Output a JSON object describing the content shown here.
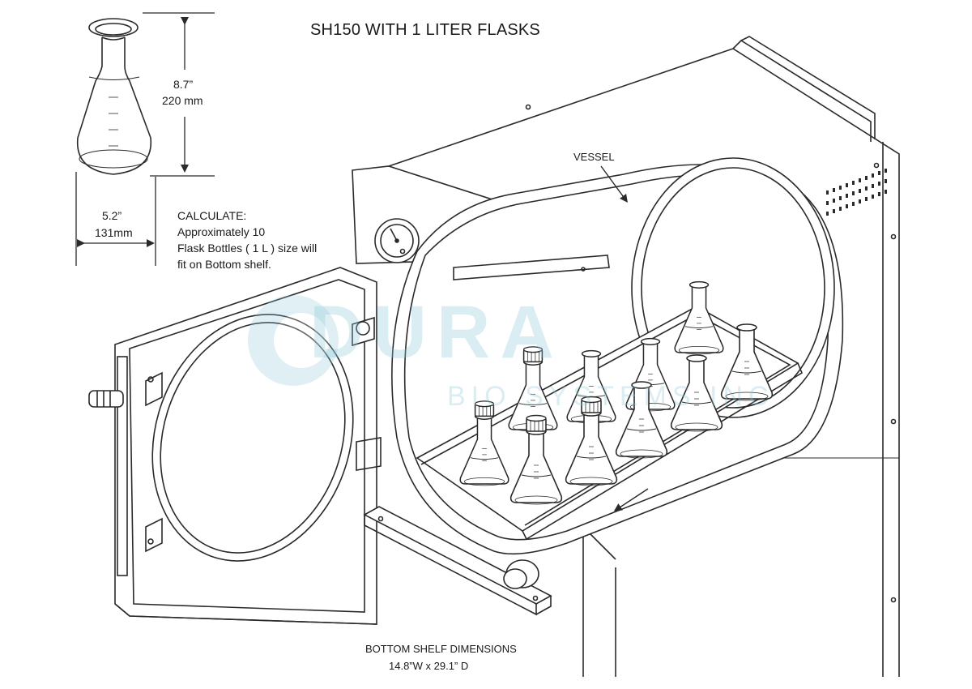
{
  "title": "SH150 WITH 1 LITER  FLASKS",
  "flask_dimensions": {
    "height_in": "8.7”",
    "height_mm": "220 mm",
    "width_in": "5.2”",
    "width_mm": "131mm"
  },
  "calculate": {
    "heading": "CALCULATE:",
    "lines": [
      "Approximately  10",
      "Flask Bottles ( 1 L ) size will",
      "fit on Bottom shelf."
    ]
  },
  "vessel_label": "VESSEL",
  "bottom_shelf": {
    "title": "BOTTOM SHELF DIMENSIONS",
    "dimensions": "14.8”W x 29.1” D"
  },
  "watermark": {
    "brand": "DURA",
    "sub": "BIO SYSTEMS INC"
  },
  "colors": {
    "line": "#2a2a2a",
    "watermark": "#8ec8d8"
  },
  "flask_count": 10
}
